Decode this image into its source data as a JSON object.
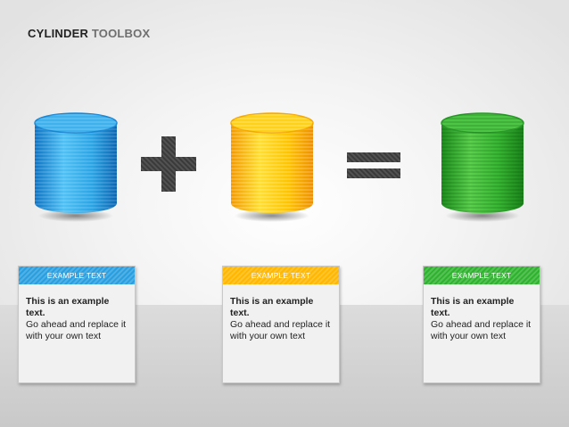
{
  "title": {
    "part1": "CYLINDER",
    "part2": "TOOLBOX"
  },
  "colors": {
    "blue": "#2a9fe0",
    "yellow": "#ffb700",
    "green": "#2fb32f",
    "operator": "#3a3a3a"
  },
  "operators": [
    {
      "symbol": "+",
      "icon": "plus-icon"
    },
    {
      "symbol": "=",
      "icon": "equals-icon"
    }
  ],
  "cards": [
    {
      "header": "EXAMPLE TEXT",
      "bold_text": "This is an example text.",
      "body_text": "Go ahead and replace it with your own text",
      "color": "#2a9fe0"
    },
    {
      "header": "EXAMPLE TEXT",
      "bold_text": "This is an example text.",
      "body_text": "Go ahead and replace it with your own text",
      "color": "#ffb700"
    },
    {
      "header": "EXAMPLE TEXT",
      "bold_text": "This is an example text.",
      "body_text": "Go ahead and replace it with your own text",
      "color": "#2fb32f"
    }
  ]
}
